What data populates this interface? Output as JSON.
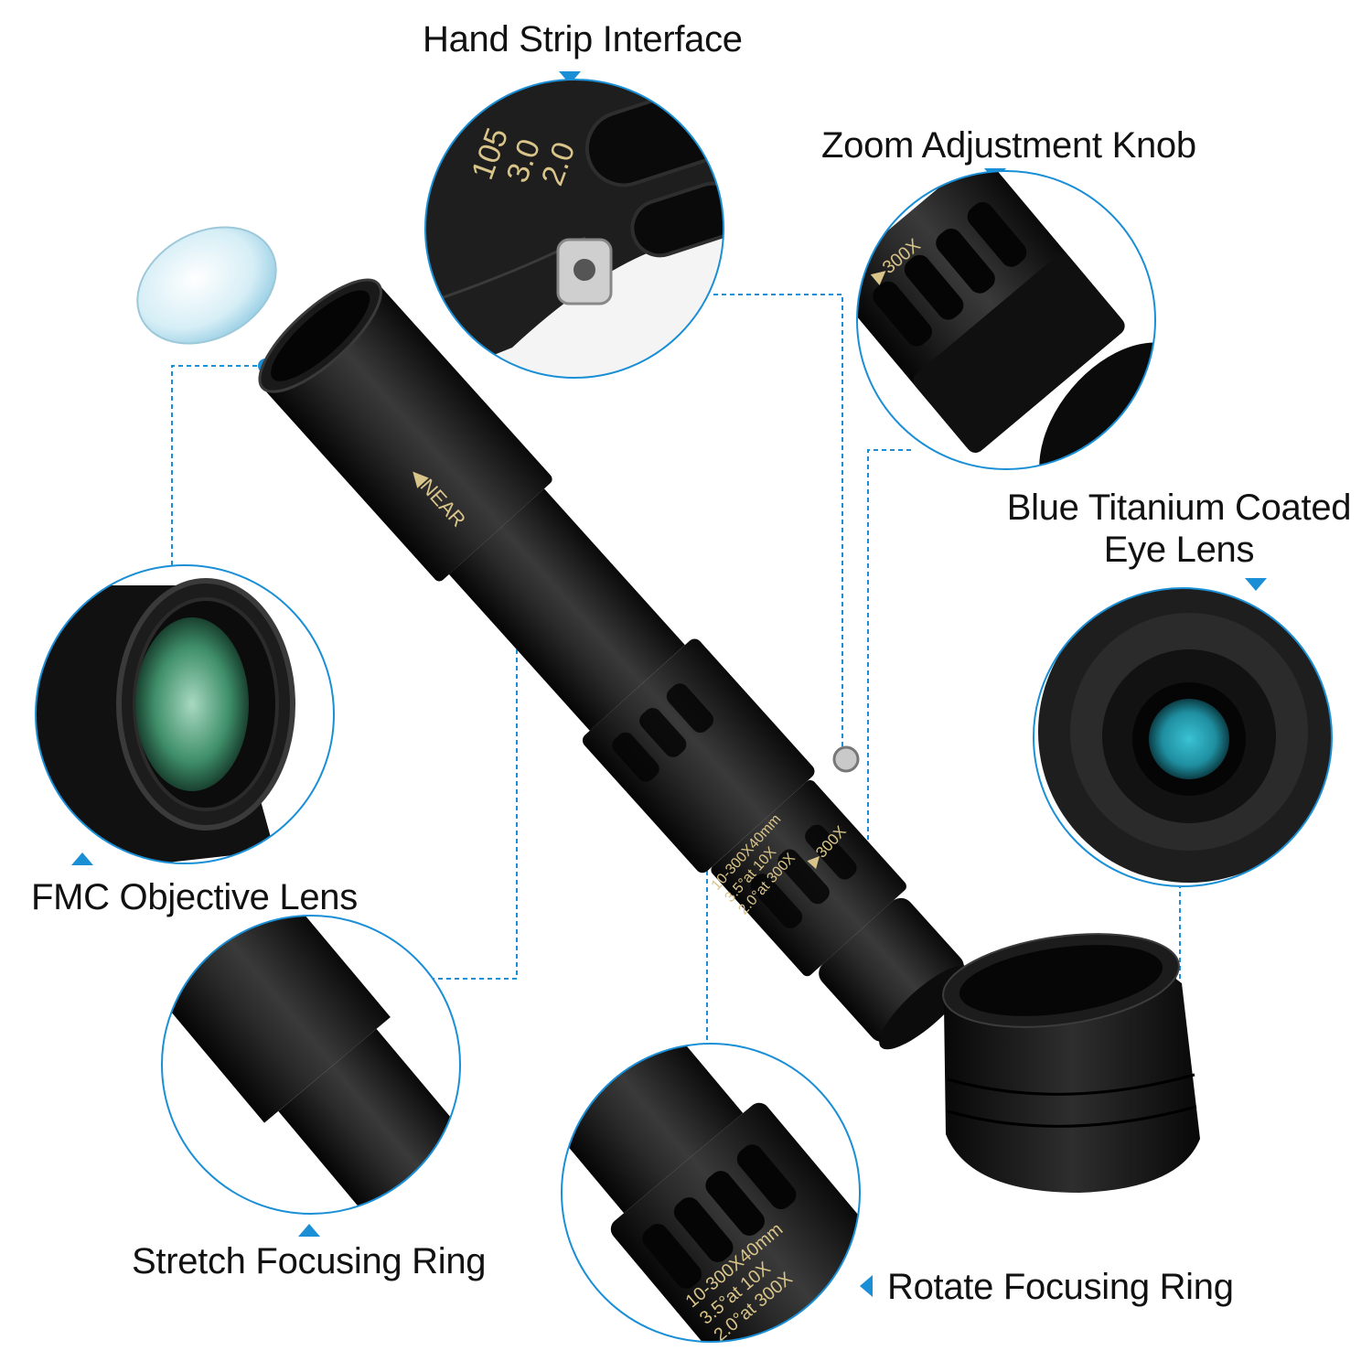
{
  "labels": {
    "hand_strip": "Hand Strip Interface",
    "zoom_knob": "Zoom Adjustment Knob",
    "eye_lens_line1": "Blue Titanium Coated",
    "eye_lens_line2": "Eye Lens",
    "objective_lens": "FMC Objective Lens",
    "stretch_ring": "Stretch Focusing Ring",
    "rotate_ring": "Rotate Focusing Ring"
  },
  "engravings": {
    "near": "◀NEAR",
    "zoom_mark": "▶300X",
    "spec_line1": "10-300X40mm",
    "spec_line2": "3.5°at 10X",
    "spec_line3": "2.0°at 300X",
    "strip_detail_1": "105",
    "strip_detail_2": "3.0",
    "strip_detail_3": "2.0"
  },
  "colors": {
    "accent": "#1a8fd6",
    "body": "#141414",
    "engraving": "#d9c48a",
    "eye_lens": "#1f9fb0",
    "objective_lens": "#3f8f6a"
  }
}
